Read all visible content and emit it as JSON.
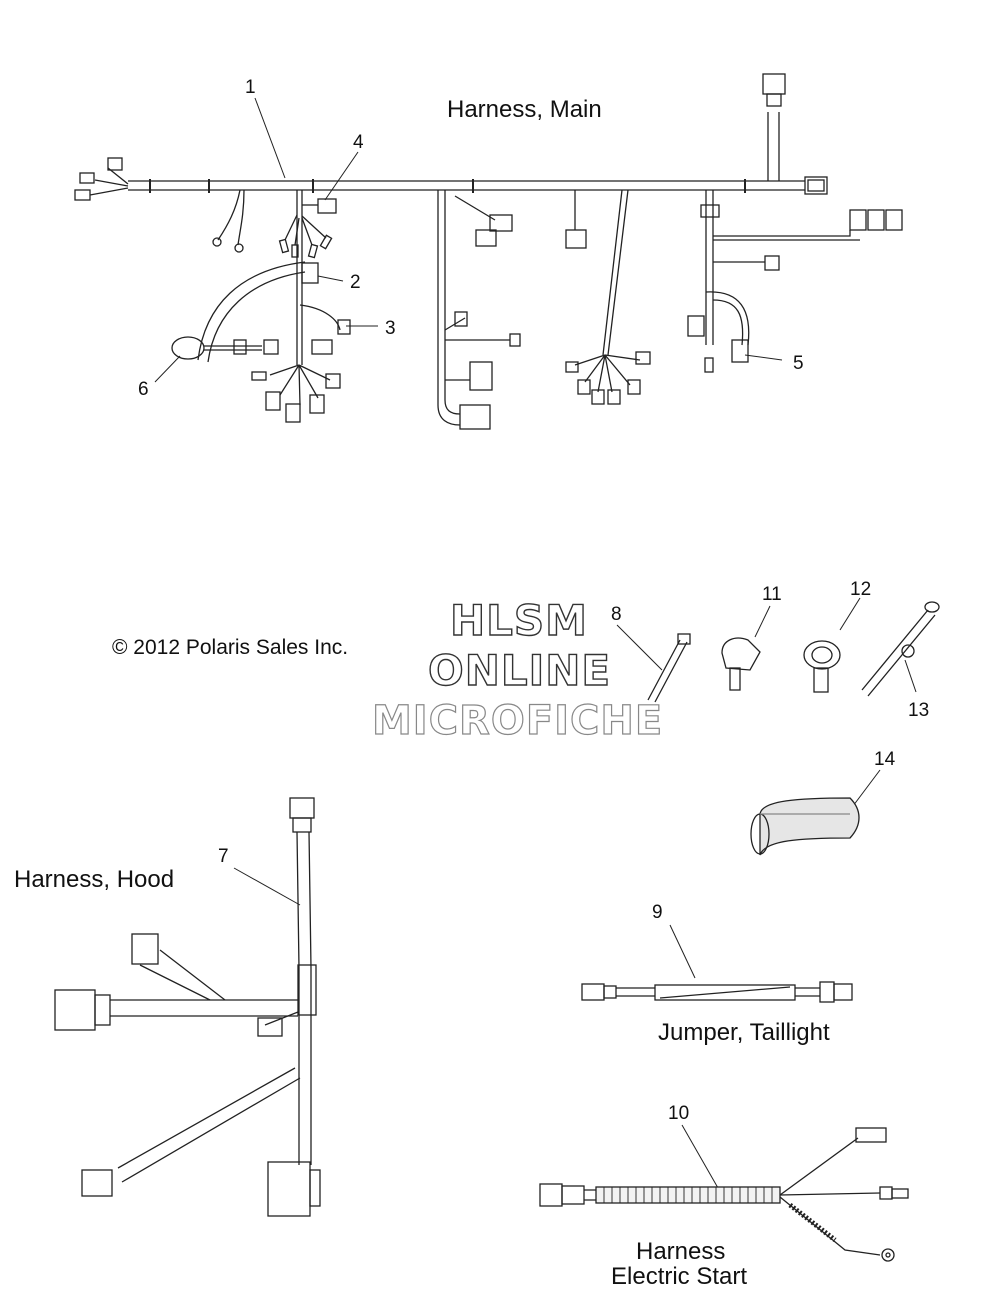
{
  "titles": {
    "main": "Harness, Main",
    "hood": "Harness, Hood",
    "taillight": "Jumper, Taillight",
    "estart_line1": "Harness",
    "estart_line2": "Electric Start"
  },
  "copyright": "© 2012 Polaris Sales Inc.",
  "watermark": [
    "HLSM",
    "ONLINE",
    "MICROFICHE"
  ],
  "callouts": [
    "1",
    "2",
    "3",
    "4",
    "5",
    "6",
    "7",
    "8",
    "9",
    "10",
    "11",
    "12",
    "13",
    "14"
  ]
}
